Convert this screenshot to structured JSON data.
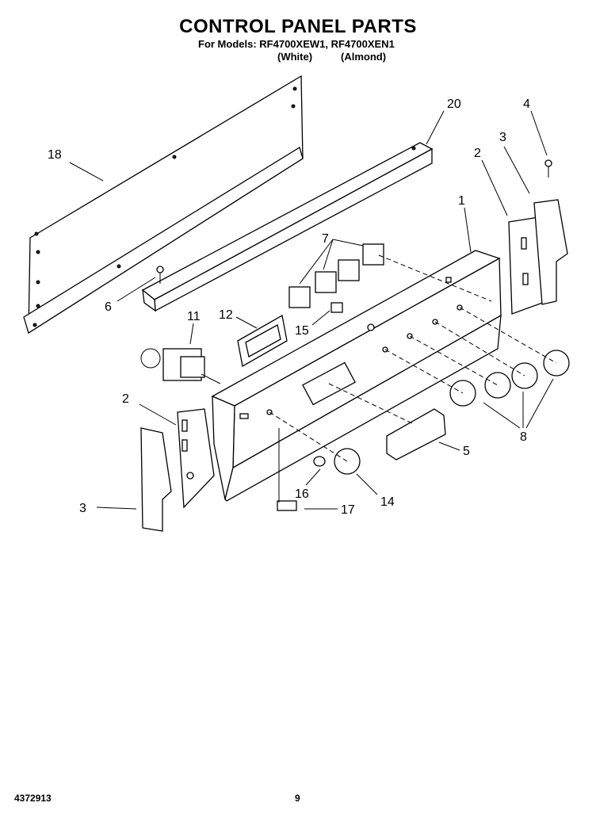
{
  "header": {
    "title": "CONTROL PANEL PARTS",
    "models": "For Models: RF4700XEW1, RF4700XEN1",
    "variant_white": "(White)",
    "variant_almond": "(Almond)"
  },
  "callouts": [
    "18",
    "20",
    "4",
    "3",
    "2",
    "1",
    "7",
    "6",
    "11",
    "12",
    "15",
    "2",
    "3",
    "5",
    "8",
    "16",
    "14",
    "17"
  ],
  "footer": {
    "doc_number": "4372913",
    "page_number": "9"
  },
  "icons": [
    "screw-icon",
    "knob-icon",
    "switch-icon"
  ]
}
